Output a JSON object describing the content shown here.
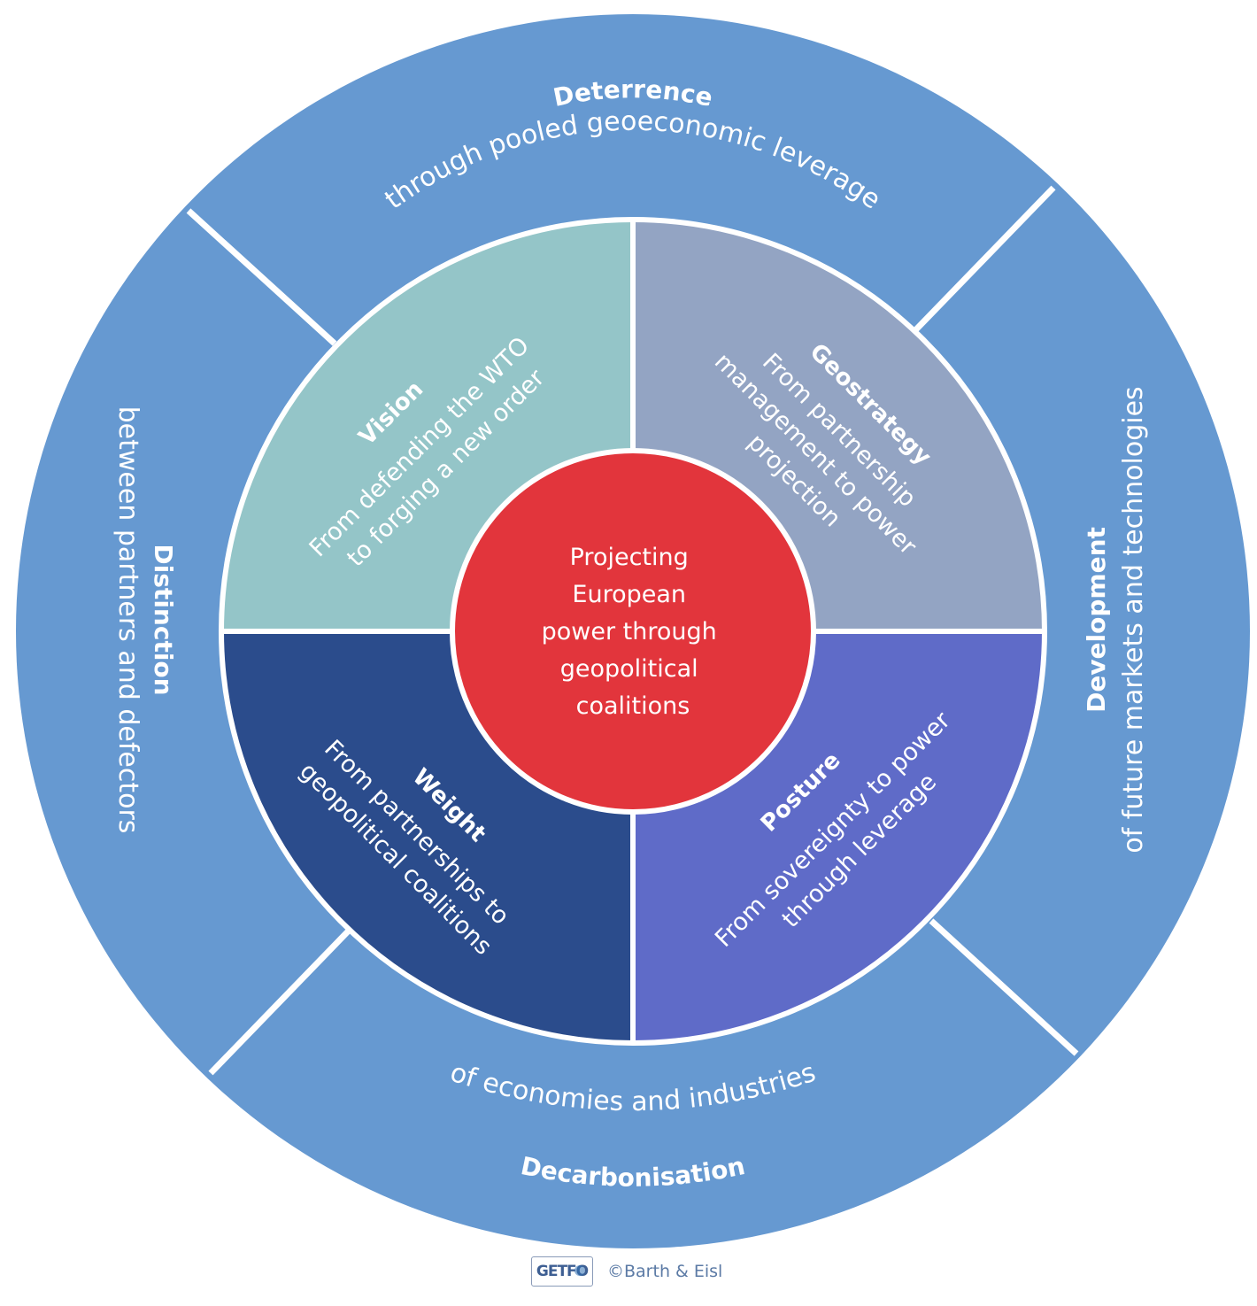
{
  "center": {
    "lines": [
      "Projecting",
      "European",
      "power through",
      "geopolitical",
      "coalitions"
    ],
    "color": "#E2353C"
  },
  "outer_ring": {
    "color": "#6699D1",
    "segments": [
      {
        "id": "deterrence",
        "title": "Deterrence",
        "subtitle": "through pooled geoeconomic leverage"
      },
      {
        "id": "development",
        "title": "Development",
        "subtitle": "of future markets and technologies"
      },
      {
        "id": "decarbonisation",
        "title": "Decarbonisation",
        "subtitle": "of economies and industries"
      },
      {
        "id": "distinction",
        "title": "Distinction",
        "subtitle": "between partners and defectors"
      }
    ]
  },
  "quadrants": [
    {
      "id": "vision",
      "title": "Vision",
      "lines": [
        "From defending the WTO",
        "to forging a new order"
      ],
      "color": "#94C5C8"
    },
    {
      "id": "geostrategy",
      "title": "Geostrategy",
      "lines": [
        "From partnership",
        "management to power",
        "projection"
      ],
      "color": "#93A4C3"
    },
    {
      "id": "posture",
      "title": "Posture",
      "lines": [
        "From sovereignty to power",
        "through leverage"
      ],
      "color": "#5F6BC8"
    },
    {
      "id": "weight",
      "title": "Weight",
      "lines": [
        "From partnerships to",
        "geopolitical coalitions"
      ],
      "color": "#2B4C8C"
    }
  ],
  "footer": {
    "logo_text": "GETFO",
    "copyright": "©Barth & Eisl"
  }
}
